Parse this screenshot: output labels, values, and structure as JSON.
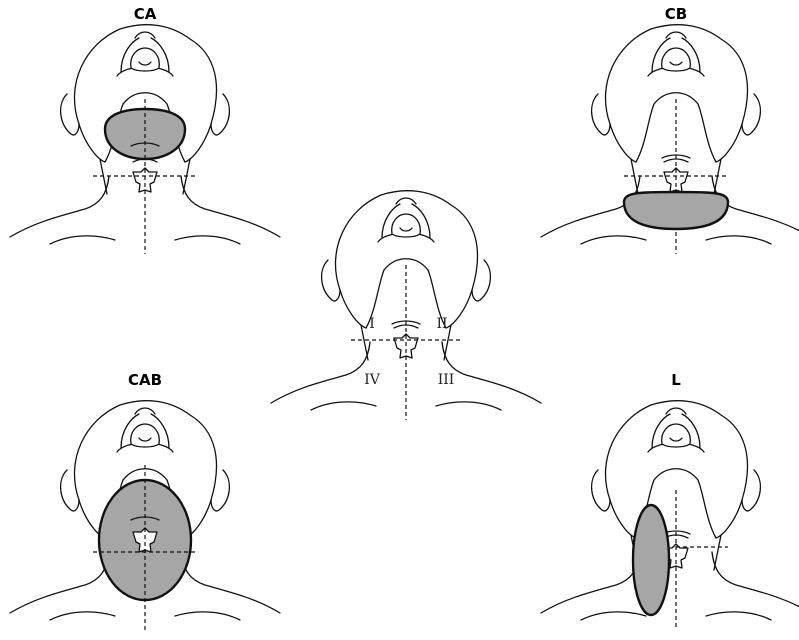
{
  "figure": {
    "panels": [
      {
        "id": "CA",
        "label": "CA"
      },
      {
        "id": "CB",
        "label": "CB"
      },
      {
        "id": "CAB",
        "label": "CAB"
      },
      {
        "id": "L",
        "label": "L"
      }
    ],
    "center_zones": [
      "I",
      "II",
      "III",
      "IV"
    ]
  },
  "colors": {
    "shading": "#a6a6a6",
    "line": "#111111"
  }
}
